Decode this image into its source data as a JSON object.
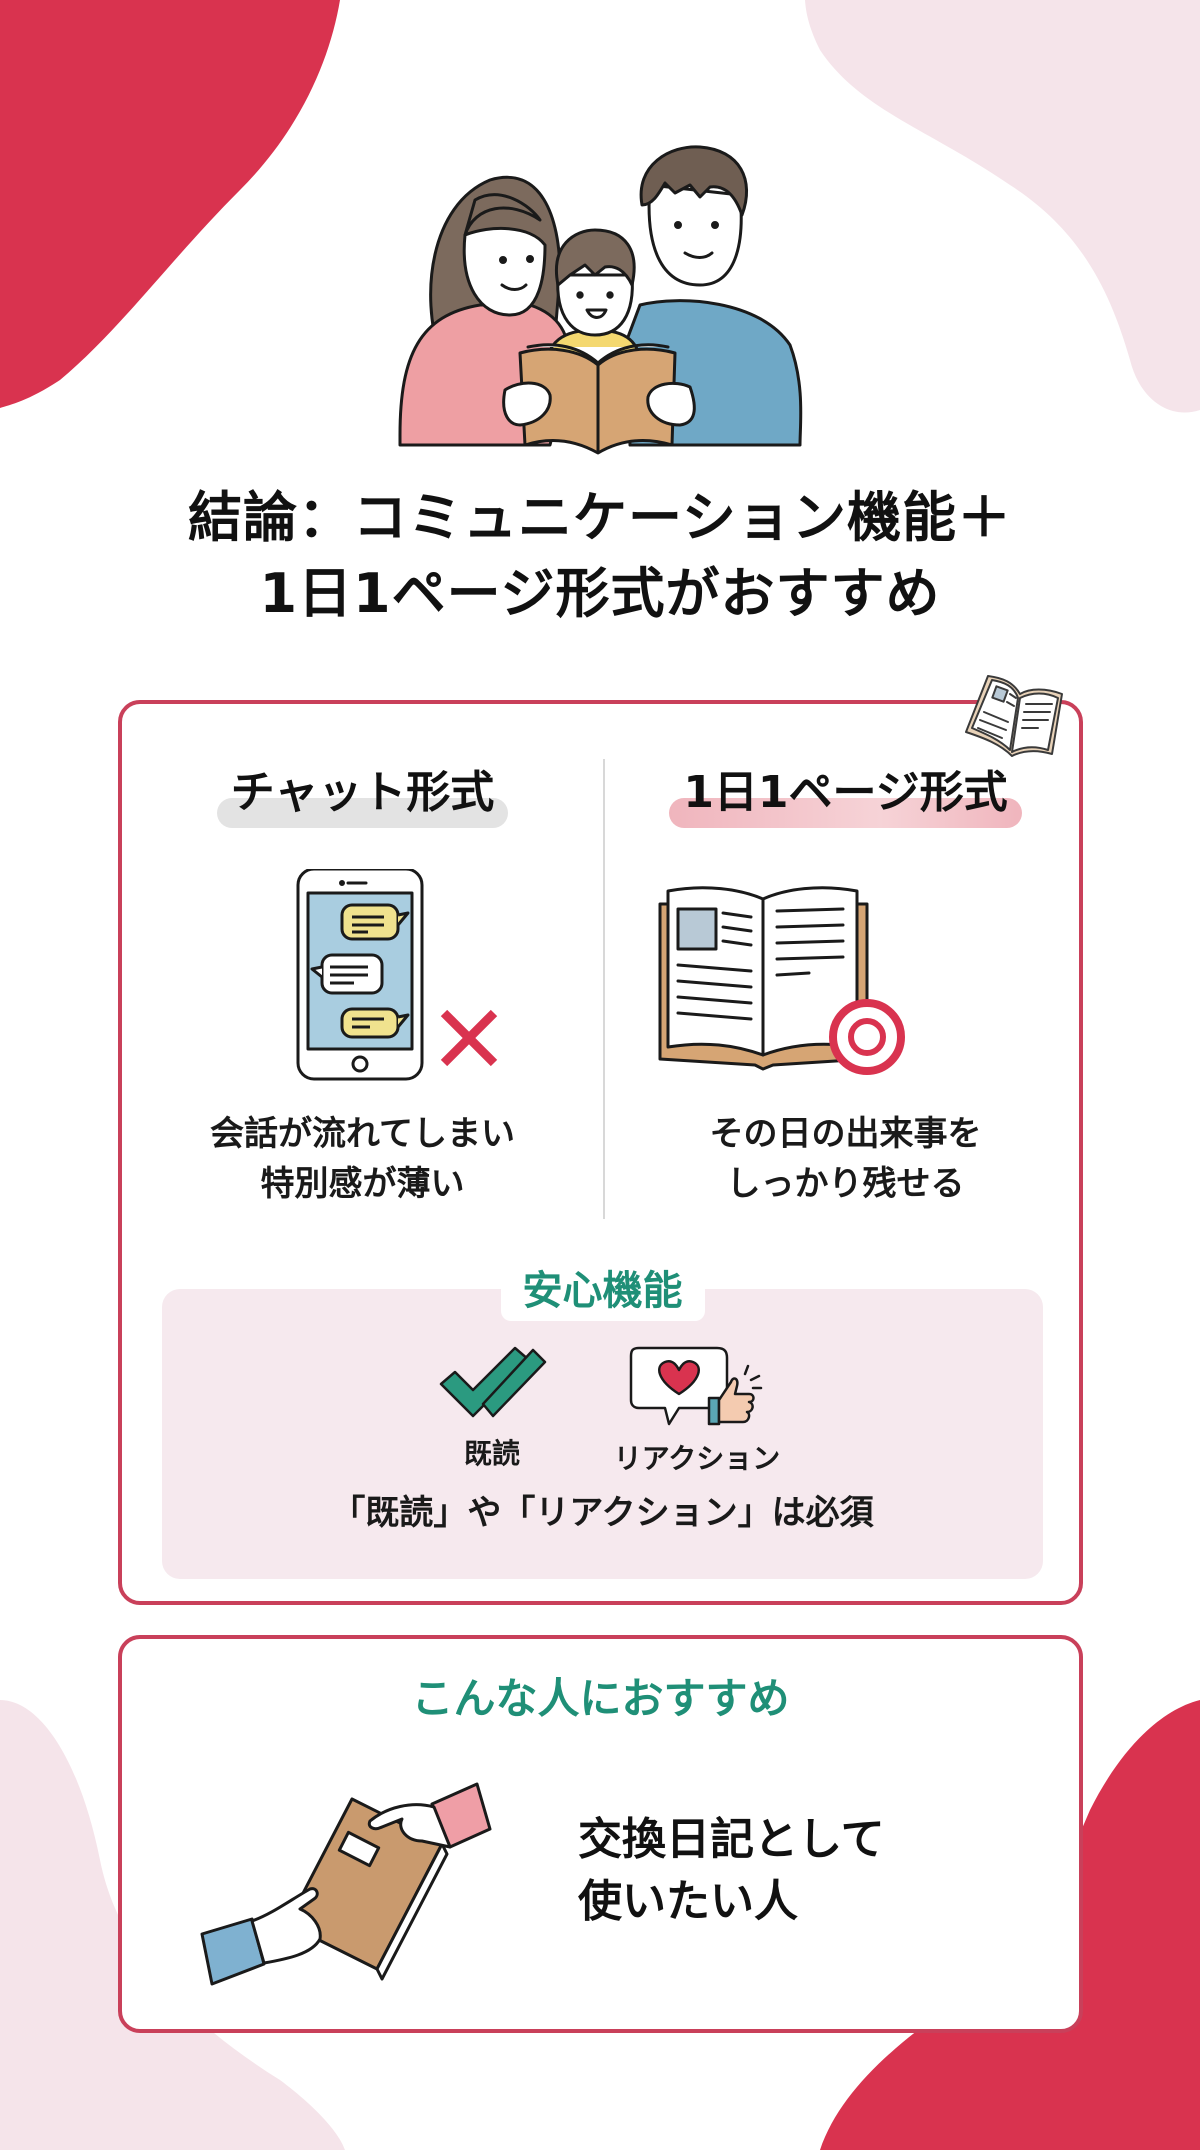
{
  "colors": {
    "accent_red": "#d9334f",
    "blob_pink": "#f5e4ea",
    "card_border": "#c9405a",
    "teal": "#1f8f77",
    "safety_bg": "#f6e9ee"
  },
  "hero": {
    "illustration": "family-reading-book-illustration"
  },
  "title": {
    "line1": "結論：コミュニケーション機能＋",
    "line2": "1日1ページ形式がおすすめ"
  },
  "comparison": {
    "left": {
      "heading": "チャット形式",
      "icon": "smartphone-chat-icon",
      "verdict_icon": "cross-mark-icon",
      "desc_line1": "会話が流れてしまい",
      "desc_line2": "特別感が薄い"
    },
    "right": {
      "heading": "1日1ページ形式",
      "icon": "open-book-icon",
      "verdict_icon": "double-circle-icon",
      "desc_line1": "その日の出来事を",
      "desc_line2": "しっかり残せる"
    }
  },
  "safety": {
    "title": "安心機能",
    "features": [
      {
        "label": "既読",
        "icon": "double-check-icon"
      },
      {
        "label": "リアクション",
        "icon": "heart-thumbs-up-icon"
      }
    ],
    "note": "「既読」や「リアクション」は必須"
  },
  "recommend": {
    "title": "こんな人におすすめ",
    "illustration": "hands-exchanging-diary-illustration",
    "text_line1": "交換日記として",
    "text_line2": "使いたい人"
  }
}
